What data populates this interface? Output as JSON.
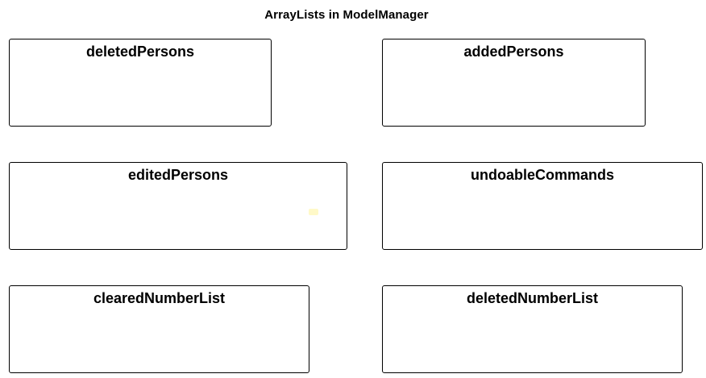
{
  "title": "ArrayLists in ModelManager",
  "boxes": [
    {
      "label": "deletedPersons"
    },
    {
      "label": "addedPersons"
    },
    {
      "label": "editedPersons"
    },
    {
      "label": "undoableCommands"
    },
    {
      "label": "clearedNumberList"
    },
    {
      "label": "deletedNumberList"
    }
  ]
}
